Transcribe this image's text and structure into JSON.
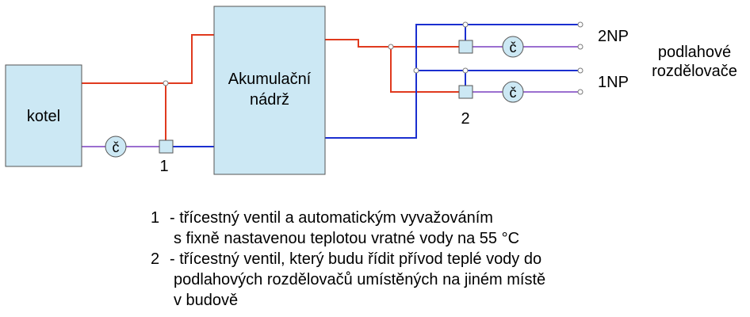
{
  "diagram": {
    "boiler_label": "kotel",
    "tank_label_line1": "Akumulační",
    "tank_label_line2": "nádrž",
    "valve1_number": "1",
    "valve2_number": "2",
    "pump_symbol": "č",
    "floor_upper": "2NP",
    "floor_lower": "1NP",
    "manifold_label_line1": "podlahové",
    "manifold_label_line2": "rozdělovače",
    "colors": {
      "supply_hot": "#e03a1e",
      "return_cold": "#1b2fd0",
      "return_mixed": "#9b6fd0",
      "box_fill": "#cce8f4",
      "box_stroke": "#555555"
    }
  },
  "legend": {
    "item1": {
      "number": "1",
      "line1": "- třícestný ventil a automatickým vyvažováním",
      "line2": "s fixně nastavenou teplotou vratné vody na 55 °C"
    },
    "item2": {
      "number": "2",
      "line1": "- třícestný ventil, který budu řídit přívod teplé vody do",
      "line2": "podlahových rozdělovačů umístěných na jiném místě",
      "line3": "v budově"
    }
  }
}
